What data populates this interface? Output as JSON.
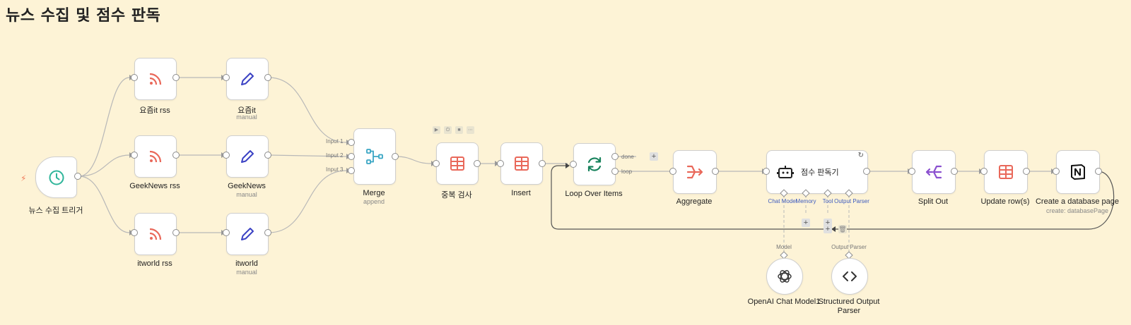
{
  "workflow": {
    "title": "뉴스 수집 및 점수 판독"
  },
  "nodes": {
    "trigger": {
      "label": "뉴스 수집 트리거"
    },
    "rss1": {
      "label": "요즘it rss"
    },
    "rss2": {
      "label": "GeekNews rss"
    },
    "rss3": {
      "label": "itworld rss"
    },
    "set1": {
      "label": "요즘it",
      "sub": "manual"
    },
    "set2": {
      "label": "GeekNews",
      "sub": "manual"
    },
    "set3": {
      "label": "itworld",
      "sub": "manual"
    },
    "merge": {
      "label": "Merge",
      "sub": "append",
      "inputs": [
        "Input 1",
        "Input 2",
        "Input 3"
      ]
    },
    "dedupe": {
      "label": "중복 검사"
    },
    "insert": {
      "label": "Insert"
    },
    "loop": {
      "label": "Loop Over Items",
      "outputs": [
        "done",
        "loop"
      ]
    },
    "aggregate": {
      "label": "Aggregate"
    },
    "agent": {
      "label": "점수 판독기",
      "ports": [
        "Chat Model",
        "Memory",
        "Tool",
        "Output Parser"
      ]
    },
    "splitout": {
      "label": "Split Out"
    },
    "update": {
      "label": "Update row(s)"
    },
    "notion": {
      "label": "Create a database page",
      "sub": "create: databasePage"
    },
    "openai": {
      "label": "OpenAI Chat Model1",
      "port": "Model"
    },
    "parser": {
      "label": "Structured Output Parser",
      "port": "Output Parser"
    }
  },
  "controls": {
    "plus": "+",
    "trash_icon": "trash-icon"
  },
  "colors": {
    "rss": "#e9685a",
    "set": "#3b42c4",
    "merge": "#3aa6c4",
    "table": "#e9685a",
    "loop": "#17825c",
    "aggregate": "#e9685a",
    "splitout": "#8a4fcf",
    "trigger": "#2fb59a"
  }
}
